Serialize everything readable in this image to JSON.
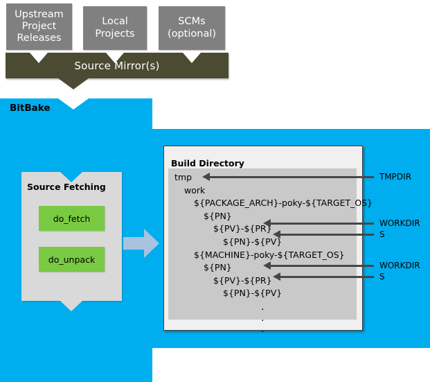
{
  "sources": {
    "boxes": [
      {
        "id": "upstream",
        "label": "Upstream\nProject\nReleases"
      },
      {
        "id": "local",
        "label": "Local\nProjects"
      },
      {
        "id": "scms",
        "label": "SCMs\n(optional)"
      }
    ],
    "mirror_label": "Source Mirror(s)"
  },
  "bitbake": {
    "label": "BitBake",
    "source_fetching": {
      "title": "Source Fetching",
      "tasks": [
        {
          "id": "do_fetch",
          "label": "do_fetch"
        },
        {
          "id": "do_unpack",
          "label": "do_unpack"
        }
      ]
    }
  },
  "build_directory": {
    "title": "Build Directory",
    "tree": [
      {
        "text": "tmp",
        "indent": 0
      },
      {
        "text": "work",
        "indent": 1
      },
      {
        "text": "${PACKAGE_ARCH}-poky-${TARGET_OS}",
        "indent": 2
      },
      {
        "text": "${PN}",
        "indent": 3
      },
      {
        "text": "${PV}-${PR}",
        "indent": 4
      },
      {
        "text": "${PN}-${PV}",
        "indent": 5
      },
      {
        "text": "${MACHINE}-poky-${TARGET_OS}",
        "indent": 2
      },
      {
        "text": "${PN}",
        "indent": 3
      },
      {
        "text": "${PV}-${PR}",
        "indent": 4
      },
      {
        "text": "${PN}-${PV}",
        "indent": 5
      }
    ],
    "ellipsis": [
      ".",
      ".",
      "."
    ]
  },
  "callouts": [
    {
      "id": "tmpdir",
      "label": "TMPDIR"
    },
    {
      "id": "workdir-1",
      "label": "WORKDIR"
    },
    {
      "id": "s-1",
      "label": "S"
    },
    {
      "id": "workdir-2",
      "label": "WORKDIR"
    },
    {
      "id": "s-2",
      "label": "S"
    }
  ],
  "colors": {
    "bitbake_blue": "#00aeef",
    "source_box_gray": "#808080",
    "mirror_olive": "#4a4b32",
    "task_green": "#7ac943",
    "panel_gray": "#d9d9d9",
    "tree_gray": "#c9c9c9",
    "arrow_gray": "#474747",
    "flow_arrow_blue_gray": "#a9c2de"
  }
}
